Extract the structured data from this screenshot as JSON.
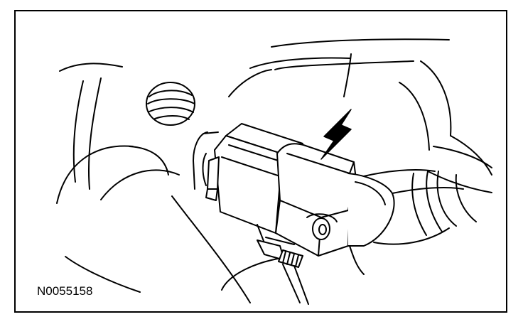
{
  "figure": {
    "id_label": "N0055158"
  },
  "colors": {
    "line": "#000000",
    "background": "#ffffff"
  },
  "illustration": {
    "subject": "connector-plug",
    "callout": "arrow-down-left"
  }
}
